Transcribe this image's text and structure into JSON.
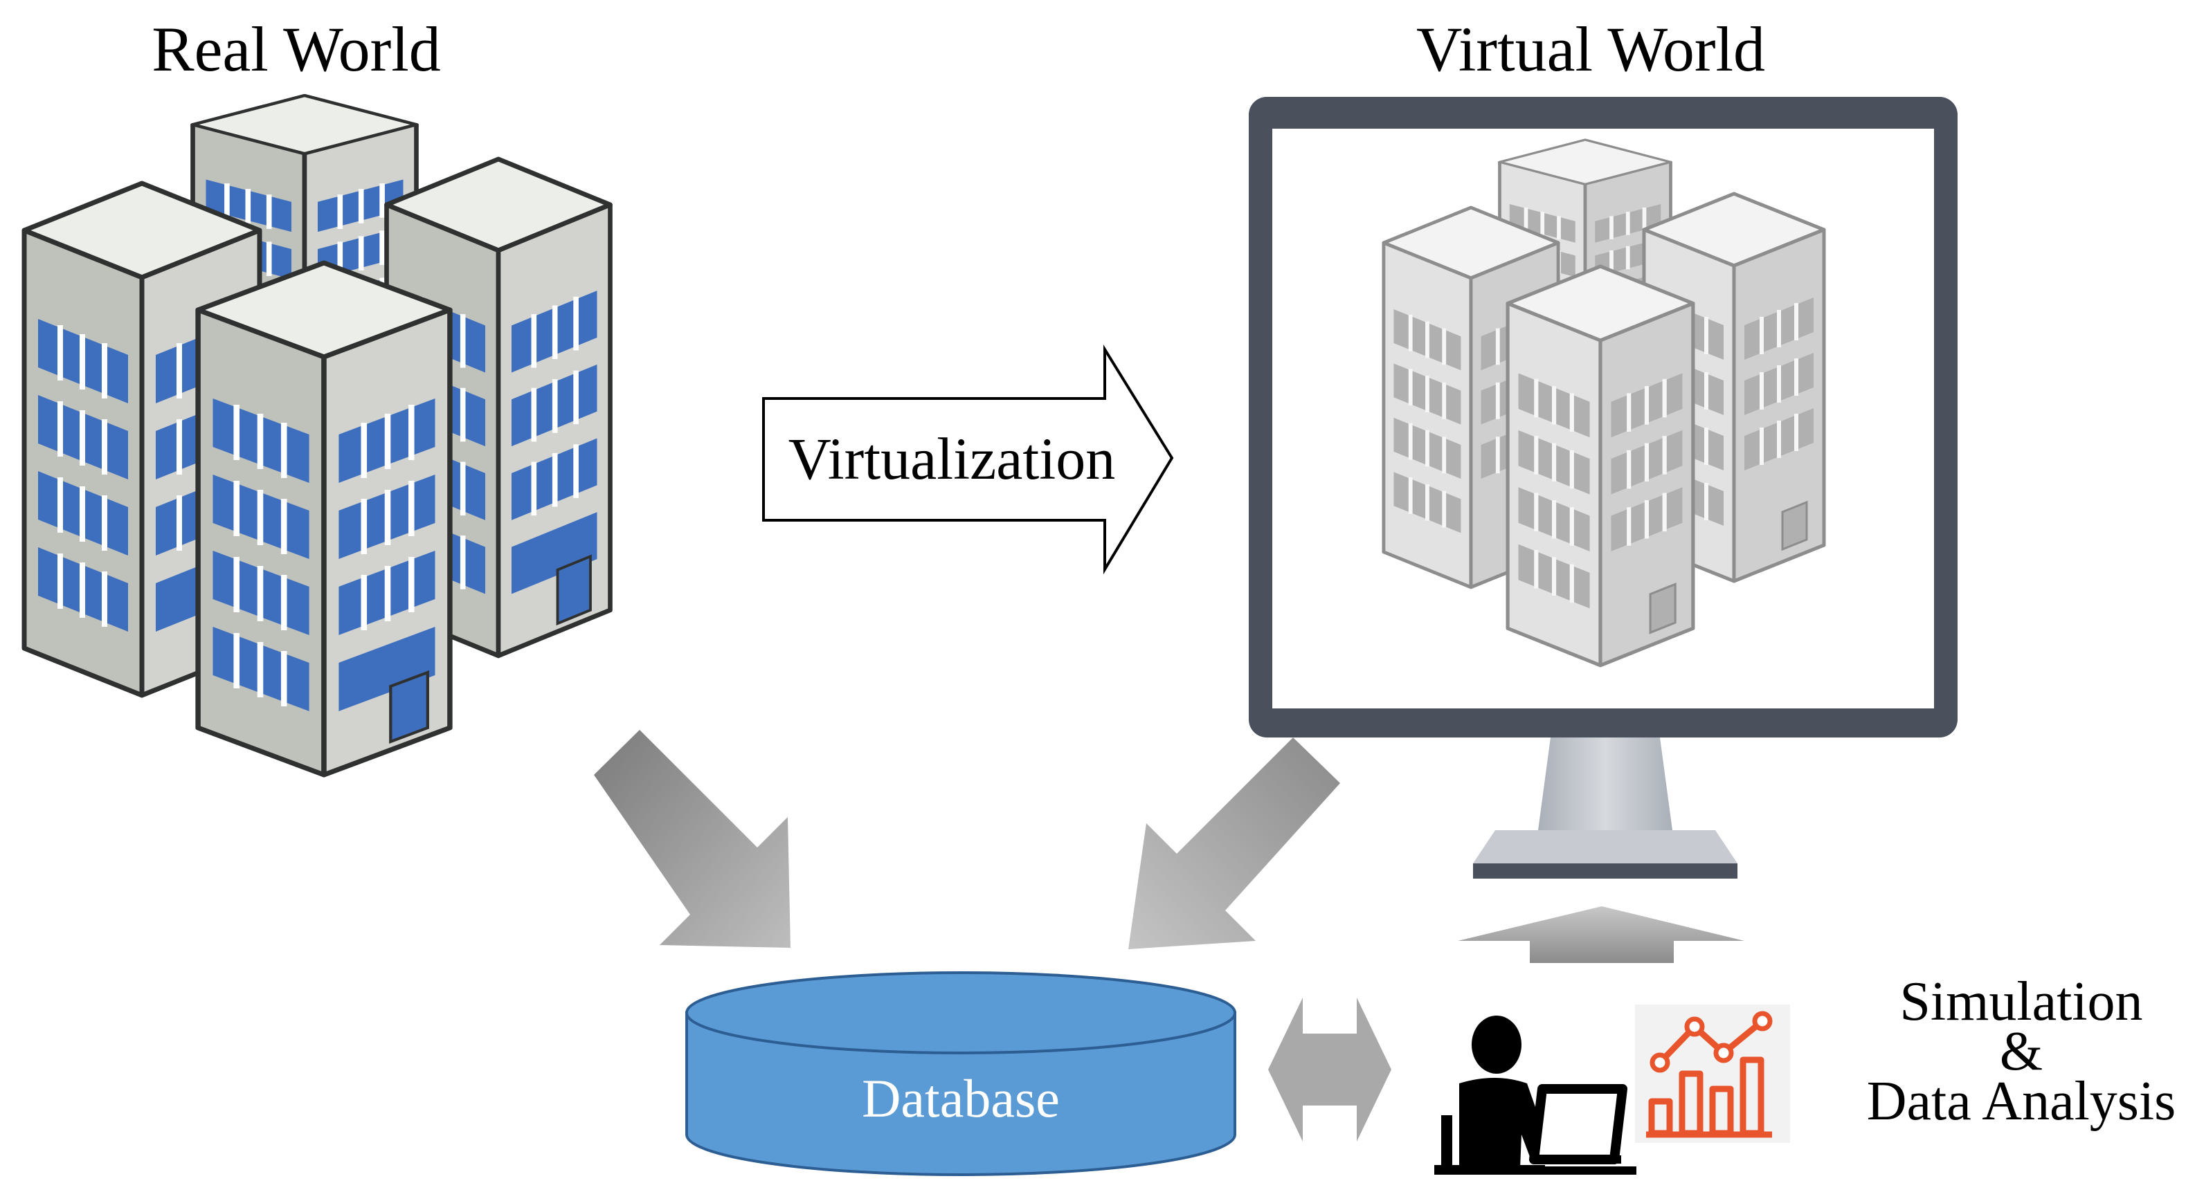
{
  "titles": {
    "real_world": "Real World",
    "virtual_world": "Virtual World"
  },
  "virtualization_label": "Virtualization",
  "database_label": "Database",
  "simulation_label": {
    "line1": "Simulation",
    "line2": "&",
    "line3": "Data Analysis"
  },
  "icons": {
    "real_buildings": "building-cluster-icon",
    "virtual_buildings": "building-cluster-icon",
    "monitor": "monitor-icon",
    "database": "database-cylinder-icon",
    "analyst": "person-at-laptop-icon",
    "chart": "bar-line-chart-icon"
  },
  "colors": {
    "building_face_left": "#bfc1bb",
    "building_face_right": "#d7d8d3",
    "building_top": "#eceee9",
    "building_window": "#3e6fbf",
    "building_outline": "#2f3131",
    "virtual_face_left": "#e2e2e2",
    "virtual_face_right": "#cfcfcf",
    "virtual_top": "#f3f3f3",
    "virtual_outline": "#8d8d8d",
    "monitor_frame": "#4a515c",
    "database_fill": "#5b9bd5",
    "database_outline": "#2c5d93",
    "arrow_gray": "#a9a9a9",
    "chart_red": "#e8542c"
  }
}
